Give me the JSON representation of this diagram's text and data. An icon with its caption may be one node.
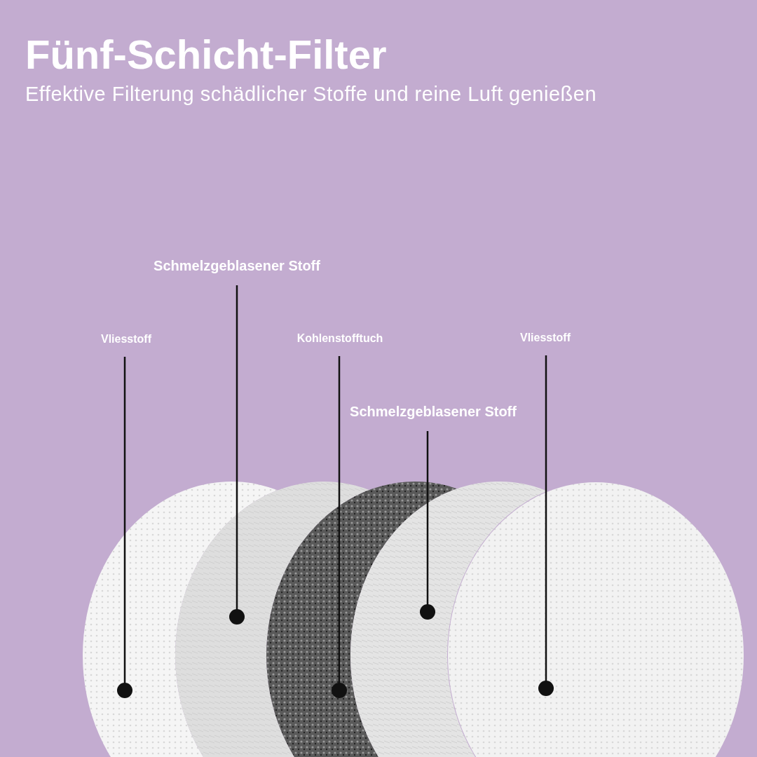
{
  "diagram": {
    "title": "Fünf-Schicht-Filter",
    "nodes": [
      {
        "text": [
          "Schmelzgeblasener Stoff"
        ]
      },
      {
        "text": [
          "Vliesstoff"
        ]
      },
      {
        "text": [
          "Kohlenstofftuch"
        ]
      },
      {
        "text": [
          "Vliesstoff"
        ]
      },
      {
        "text": [
          "Schmelzgeblasener Stoff"
        ]
      },
      {
        "text": [],
        "shape": "circle"
      },
      {
        "text": [],
        "shape": "circle"
      },
      {
        "text": [],
        "shape": "circle"
      },
      {
        "text": [],
        "shape": "circle"
      },
      {
        "text": [],
        "shape": "circle"
      }
    ],
    "edges": [
      {
        "from": 1,
        "to": 5,
        "arrow": "other"
      },
      {
        "from": 0,
        "to": 6,
        "arrow": "other"
      },
      {
        "from": 2,
        "to": 7,
        "arrow": "other"
      },
      {
        "from": 4,
        "to": 8,
        "arrow": "other"
      },
      {
        "from": 3,
        "to": 9,
        "arrow": "other"
      }
    ],
    "labels": [
      "Effektive Filterung schädlicher Stoffe und reine Luft genießen"
    ]
  }
}
